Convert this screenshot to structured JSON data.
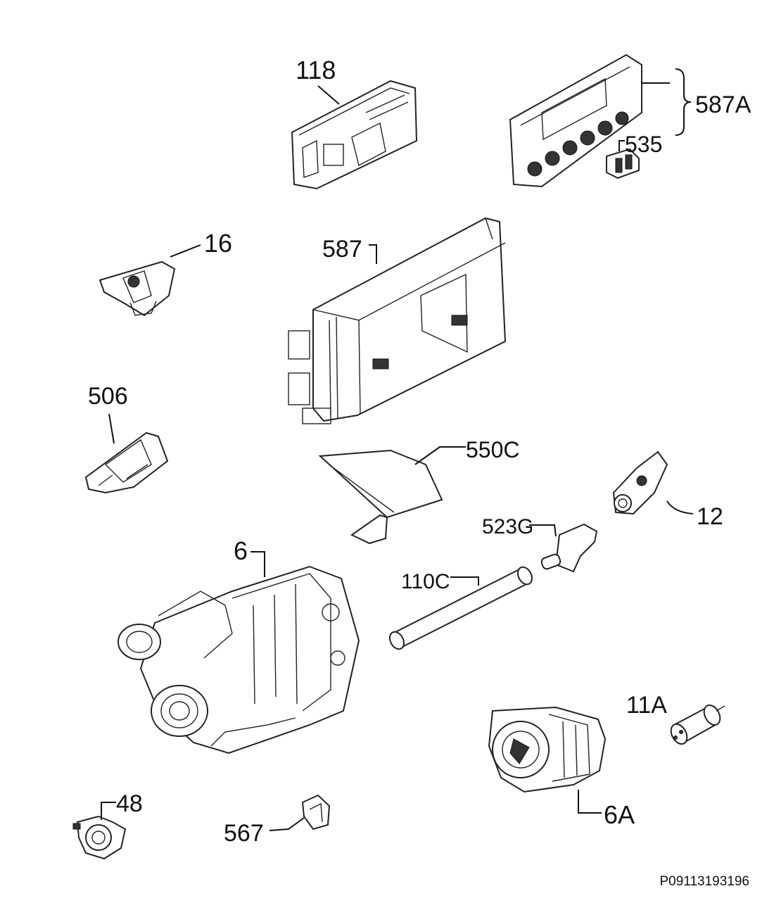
{
  "labels": {
    "p118": "118",
    "p587A": "587A",
    "p535": "535",
    "p16": "16",
    "p587": "587",
    "p506": "506",
    "p550C": "550C",
    "p12": "12",
    "p523G": "523G",
    "p6": "6",
    "p110C": "110C",
    "p11A": "11A",
    "p6A": "6A",
    "p48": "48",
    "p567": "567"
  },
  "diagram_code": "P09113193196"
}
